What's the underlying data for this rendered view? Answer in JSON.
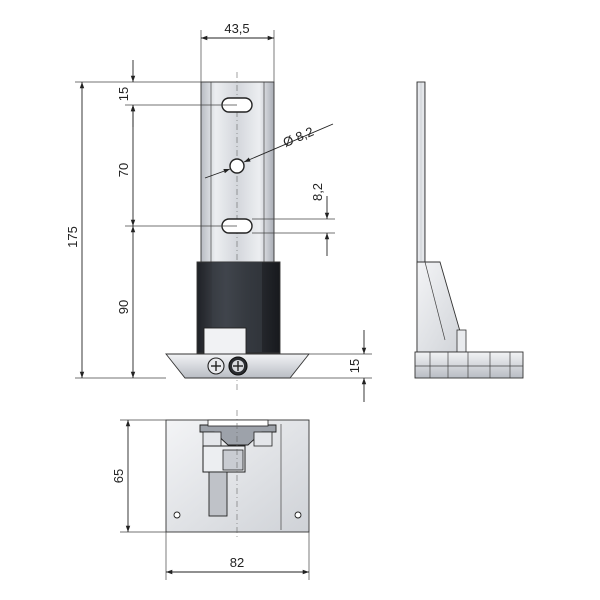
{
  "drawing": {
    "colors": {
      "metal_light": "#eceef1",
      "metal_mid": "#c9ccd2",
      "metal_dark": "#8e939b",
      "base_dark": "#2a2c31",
      "line": "#222222"
    },
    "dimensions": {
      "bracket_width": "43,5",
      "slot_top_offset": "15",
      "hole_spacing": "70",
      "hole_diameter": "Ø 8,2",
      "slot_width": "8,2",
      "total_height": "175",
      "base_height": "90",
      "foot_height": "15",
      "depth": "65",
      "base_width": "82"
    }
  }
}
